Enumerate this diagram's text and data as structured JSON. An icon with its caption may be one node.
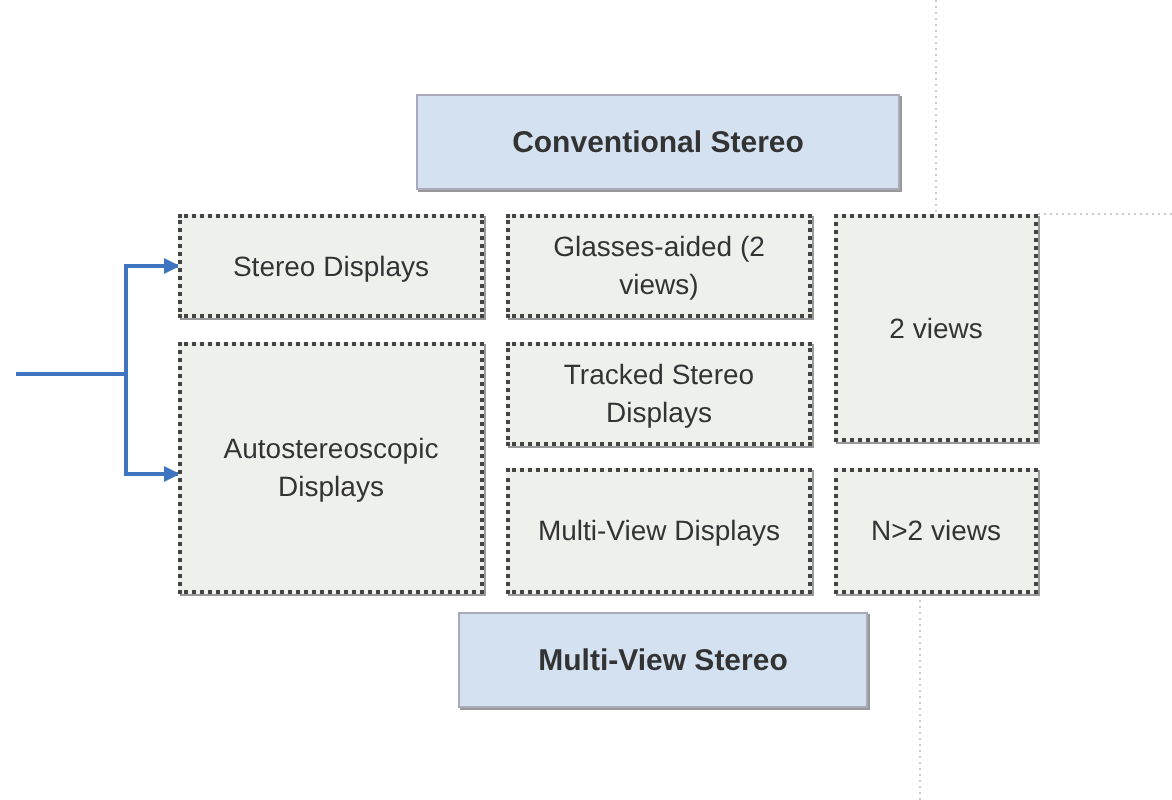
{
  "diagram": {
    "nodes": [
      {
        "text": [
          "Conventional Stereo"
        ]
      },
      {
        "text": [
          "Stereo Displays"
        ]
      },
      {
        "text": [
          "Glasses-aided (2 views)"
        ]
      },
      {
        "text": [
          "2 views"
        ]
      },
      {
        "text": [
          "Autostereoscopic Displays"
        ]
      },
      {
        "text": [
          "Tracked Stereo Displays"
        ]
      },
      {
        "text": [
          "Multi-View Displays"
        ]
      },
      {
        "text": [
          "N>2 views"
        ]
      },
      {
        "text": [
          "Multi-View Stereo"
        ]
      }
    ],
    "edges": [
      {
        "from": null,
        "to": 1,
        "arrow": "to"
      },
      {
        "from": null,
        "to": 4,
        "arrow": "to"
      }
    ]
  }
}
